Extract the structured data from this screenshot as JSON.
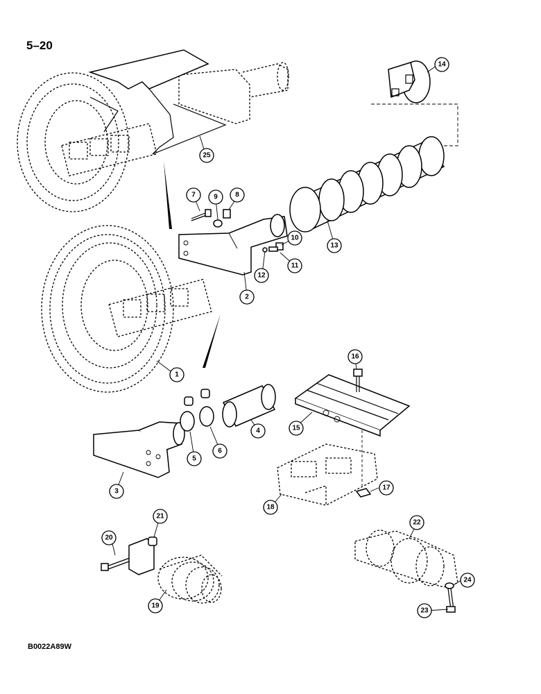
{
  "page_label": "5–20",
  "figure_code": "B0022A89W",
  "callouts": [
    {
      "id": "c1",
      "label": "1"
    },
    {
      "id": "c2",
      "label": "2"
    },
    {
      "id": "c3",
      "label": "3"
    },
    {
      "id": "c4",
      "label": "4"
    },
    {
      "id": "c5",
      "label": "5"
    },
    {
      "id": "c6",
      "label": "6"
    },
    {
      "id": "c7",
      "label": "7"
    },
    {
      "id": "c8",
      "label": "8"
    },
    {
      "id": "c9",
      "label": "9"
    },
    {
      "id": "c10",
      "label": "10"
    },
    {
      "id": "c11",
      "label": "11"
    },
    {
      "id": "c12",
      "label": "12"
    },
    {
      "id": "c13",
      "label": "13"
    },
    {
      "id": "c14",
      "label": "14"
    },
    {
      "id": "c15",
      "label": "15"
    },
    {
      "id": "c16",
      "label": "16"
    },
    {
      "id": "c17",
      "label": "17"
    },
    {
      "id": "c18",
      "label": "18"
    },
    {
      "id": "c19",
      "label": "19"
    },
    {
      "id": "c20",
      "label": "20"
    },
    {
      "id": "c21",
      "label": "21"
    },
    {
      "id": "c22",
      "label": "22"
    },
    {
      "id": "c23",
      "label": "23"
    },
    {
      "id": "c24",
      "label": "24"
    },
    {
      "id": "c25",
      "label": "25"
    }
  ]
}
